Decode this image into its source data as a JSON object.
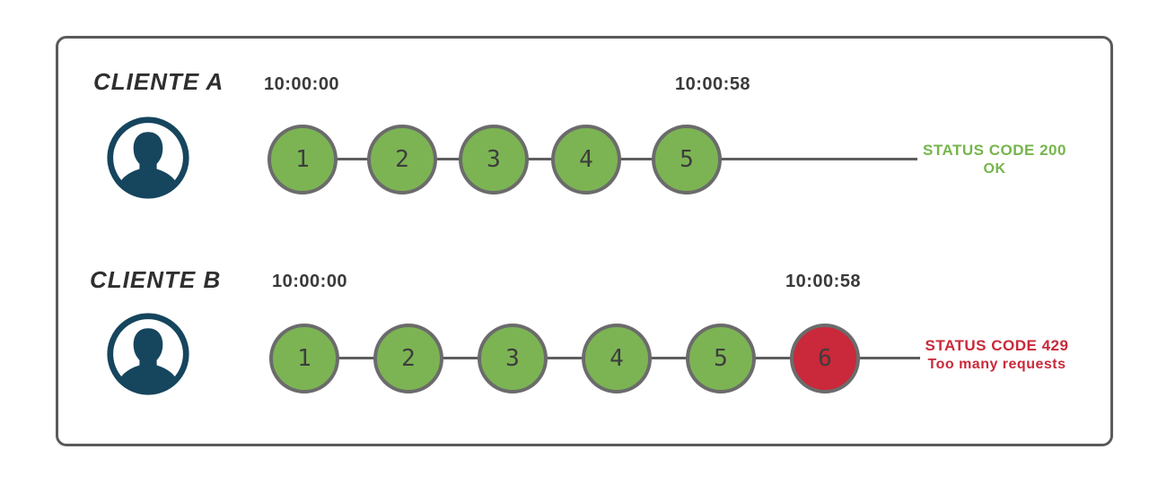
{
  "colors": {
    "request_ok": "#7cb454",
    "request_error": "#c9293a",
    "circle_border": "#6b6b6b",
    "line": "#5e5e5e",
    "frame_border": "#5a5a5a",
    "avatar_navy": "#16455e",
    "status_ok_text": "#76b54c",
    "status_error_text": "#c9293a",
    "label_text": "#2f2f2f"
  },
  "clients": [
    {
      "name": "CLIENTE A",
      "start_time": "10:00:00",
      "end_time": "10:00:58",
      "requests": [
        {
          "label": "1",
          "state": "ok"
        },
        {
          "label": "2",
          "state": "ok"
        },
        {
          "label": "3",
          "state": "ok"
        },
        {
          "label": "4",
          "state": "ok"
        },
        {
          "label": "5",
          "state": "ok"
        }
      ],
      "status": {
        "code_line": "STATUS CODE 200",
        "message_line": "OK"
      }
    },
    {
      "name": "CLIENTE B",
      "start_time": "10:00:00",
      "end_time": "10:00:58",
      "requests": [
        {
          "label": "1",
          "state": "ok"
        },
        {
          "label": "2",
          "state": "ok"
        },
        {
          "label": "3",
          "state": "ok"
        },
        {
          "label": "4",
          "state": "ok"
        },
        {
          "label": "5",
          "state": "ok"
        },
        {
          "label": "6",
          "state": "error"
        }
      ],
      "status": {
        "code_line": "STATUS CODE 429",
        "message_line": "Too many requests"
      }
    }
  ]
}
